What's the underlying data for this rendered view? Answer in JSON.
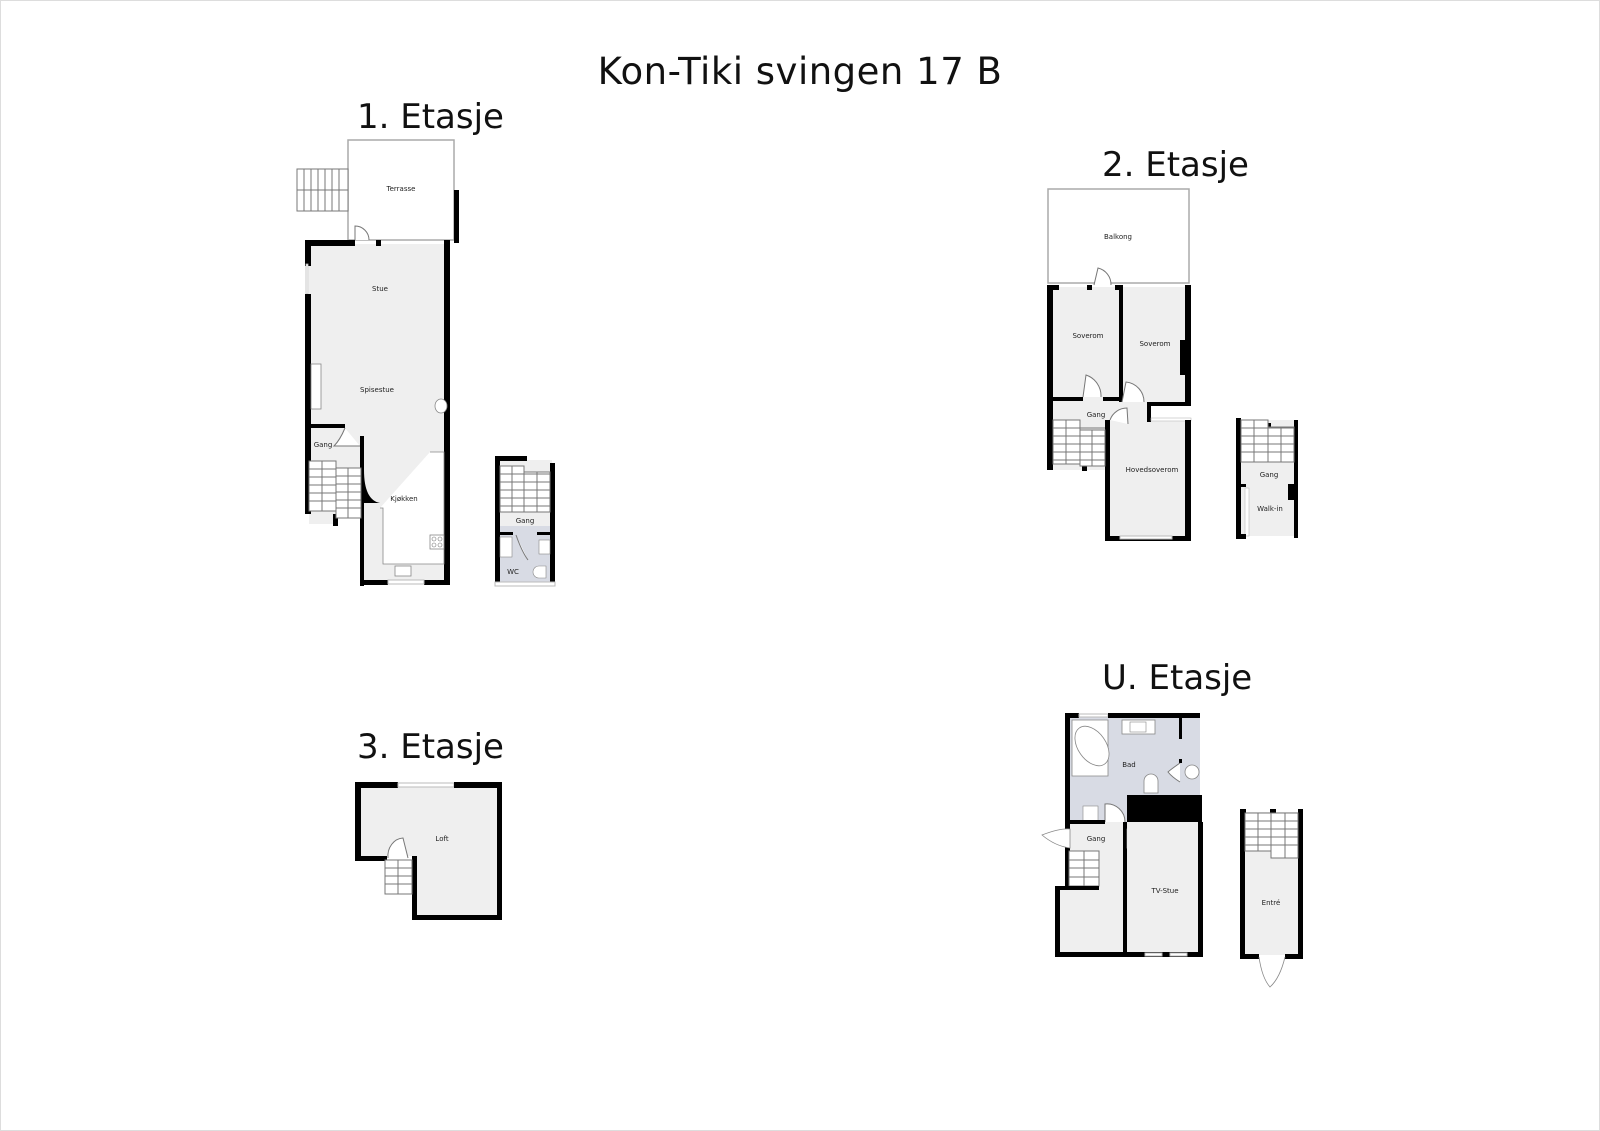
{
  "title": "Kon-Tiki svingen 17 B",
  "floors": [
    {
      "label": "1. Etasje",
      "rooms": [
        "Terrasse",
        "Stue",
        "Spisestue",
        "Gang",
        "Kjøkken"
      ],
      "annex": {
        "rooms": [
          "Gang",
          "WC"
        ]
      }
    },
    {
      "label": "2. Etasje",
      "rooms": [
        "Balkong",
        "Soverom",
        "Soverom",
        "Gang",
        "Hovedsoverom"
      ],
      "annex": {
        "rooms": [
          "Gang",
          "Walk-in"
        ]
      }
    },
    {
      "label": "3. Etasje",
      "rooms": [
        "Loft"
      ]
    },
    {
      "label": "U. Etasje",
      "rooms": [
        "Bad",
        "Gang",
        "TV-Stue"
      ],
      "annex": {
        "rooms": [
          "Entré"
        ]
      }
    }
  ],
  "colors": {
    "wall": "#000000",
    "floor": "#efefef",
    "wet_room": "#d8dbe4",
    "background": "#ffffff"
  }
}
